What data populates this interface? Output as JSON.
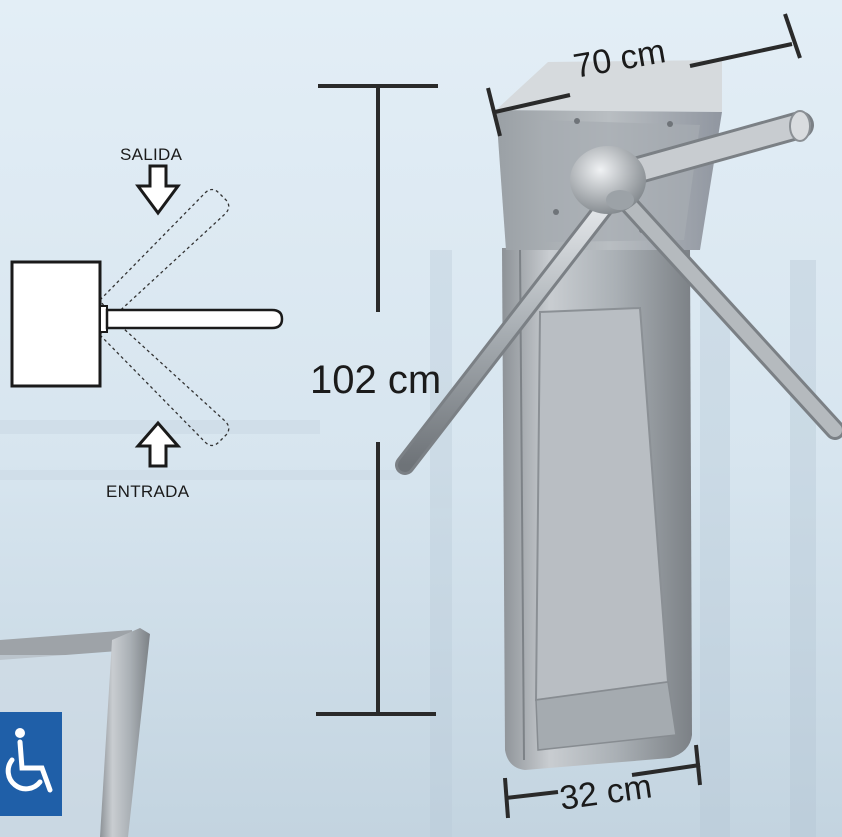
{
  "labels": {
    "exit": "SALIDA",
    "entrance": "ENTRADA",
    "height": "102 cm",
    "width": "70 cm",
    "depth": "32 cm"
  },
  "colors": {
    "background": "#dbe8f2",
    "dimension_line": "#2a2a2a",
    "steel": "#a9aeb3",
    "accessibility_sign": "#1f5fa8"
  },
  "icons": [
    "arrow-down-icon",
    "arrow-up-icon",
    "wheelchair-icon"
  ]
}
